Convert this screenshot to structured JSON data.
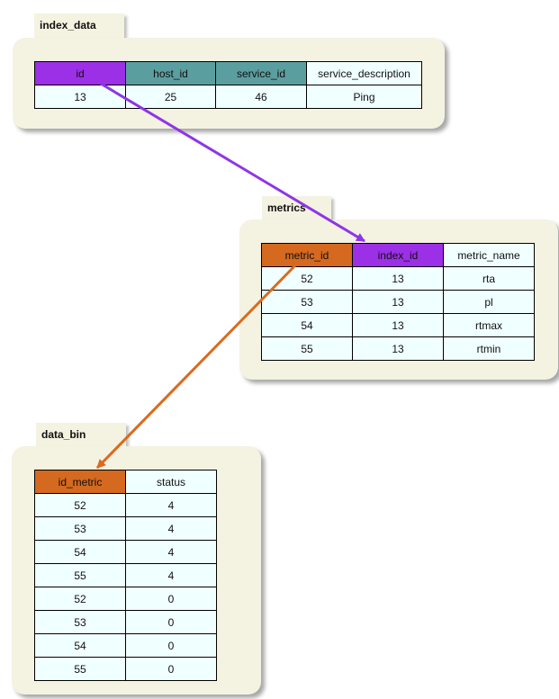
{
  "colors": {
    "panel": "#f4f2e1",
    "purple": "#9b30e6",
    "teal": "#5b9ea0",
    "orange": "#d4691f",
    "cell": "#f0ffff",
    "arrow_purple": "#8e35e8",
    "arrow_orange": "#db6a1e"
  },
  "tables": {
    "index_data": {
      "title": "index_data",
      "columns": [
        "id",
        "host_id",
        "service_id",
        "service_description"
      ],
      "header_colors": [
        "purple",
        "teal",
        "teal",
        "cell"
      ],
      "rows": [
        [
          "13",
          "25",
          "46",
          "Ping"
        ]
      ]
    },
    "metrics": {
      "title": "metrics",
      "columns": [
        "metric_id",
        "index_id",
        "metric_name"
      ],
      "header_colors": [
        "orange",
        "purple",
        "cell"
      ],
      "rows": [
        [
          "52",
          "13",
          "rta"
        ],
        [
          "53",
          "13",
          "pl"
        ],
        [
          "54",
          "13",
          "rtmax"
        ],
        [
          "55",
          "13",
          "rtmin"
        ]
      ]
    },
    "data_bin": {
      "title": "data_bin",
      "columns": [
        "id_metric",
        "status"
      ],
      "header_colors": [
        "orange",
        "cell"
      ],
      "rows": [
        [
          "52",
          "4"
        ],
        [
          "53",
          "4"
        ],
        [
          "54",
          "4"
        ],
        [
          "55",
          "4"
        ],
        [
          "52",
          "0"
        ],
        [
          "53",
          "0"
        ],
        [
          "54",
          "0"
        ],
        [
          "55",
          "0"
        ]
      ]
    }
  },
  "relations": [
    {
      "from": "index_data.id",
      "to": "metrics.index_id",
      "color": "arrow_purple"
    },
    {
      "from": "metrics.metric_id",
      "to": "data_bin.id_metric",
      "color": "arrow_orange"
    }
  ]
}
